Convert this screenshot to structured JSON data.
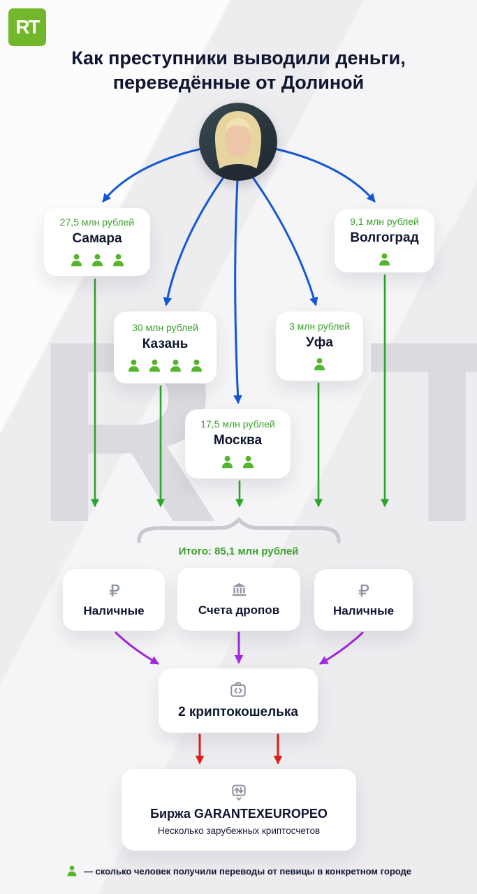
{
  "meta": {
    "brand": "RT",
    "title_line1": "Как преступники выводили деньги,",
    "title_line2": "переведённые от Долиной"
  },
  "watermark": {
    "left": "R",
    "right": "T"
  },
  "cities": [
    {
      "id": "samara",
      "amount": "27,5 млн рублей",
      "name": "Самара",
      "people": 3
    },
    {
      "id": "volgograd",
      "amount": "9,1 млн рублей",
      "name": "Волгоград",
      "people": 1
    },
    {
      "id": "kazan",
      "amount": "30 млн рублей",
      "name": "Казань",
      "people": 4
    },
    {
      "id": "ufa",
      "amount": "3 млн рублей",
      "name": "Уфа",
      "people": 1
    },
    {
      "id": "moscow",
      "amount": "17,5 млн рублей",
      "name": "Москва",
      "people": 2
    }
  ],
  "total_label": "Итого: 85,1 млн рублей",
  "middle_nodes": [
    {
      "id": "cash-left",
      "label": "Наличные",
      "icon": "ruble-icon"
    },
    {
      "id": "drops",
      "label": "Счета дропов",
      "icon": "bank-icon"
    },
    {
      "id": "cash-right",
      "label": "Наличные",
      "icon": "ruble-icon"
    }
  ],
  "crypto_wallets": {
    "label": "2 криптокошелька",
    "icon": "crypto-wallet-icon"
  },
  "exchange": {
    "title": "Биржа GARANTEXEUROPEO",
    "subtitle": "Несколько зарубежных криптосчетов",
    "icon": "exchange-icon"
  },
  "legend": {
    "text": "— сколько человек получили переводы от певицы в конкретном городе"
  },
  "colors": {
    "rt_green": "#72b72a",
    "accent_green": "#3ca12b",
    "icon_green": "#56b42f",
    "arrow_blue": "#1457d3",
    "arrow_purple": "#a128e0",
    "arrow_red": "#e31b1b",
    "text_navy": "#0f1630",
    "card_white": "#ffffff",
    "background": "#ededf0"
  }
}
